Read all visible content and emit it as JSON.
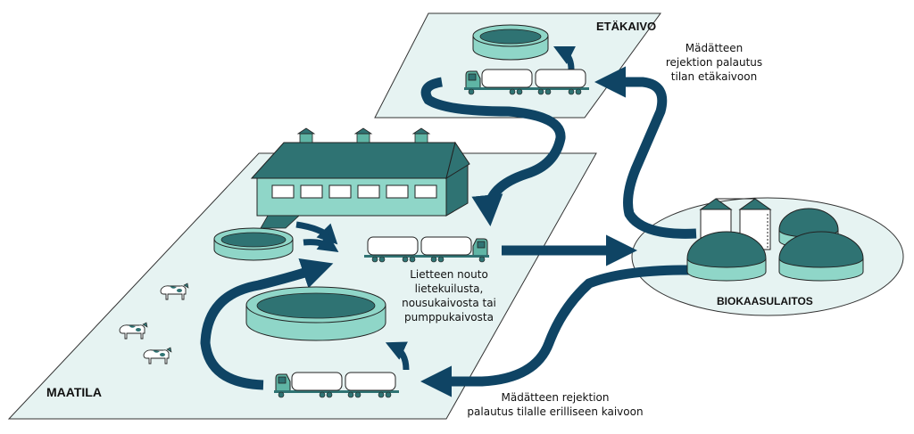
{
  "areas": {
    "remote_well": "ETÄKAIVO",
    "farm": "MAATILA",
    "biogas_plant": "BIOKAASULAITOS"
  },
  "captions": {
    "return_remote": [
      "Mädätteen",
      "rejektion palautus",
      "tilan etäkaivoon"
    ],
    "pickup": [
      "Lietteen nouto",
      "lietekuilusta,",
      "nousukaivosta tai",
      "pumppukaivosta"
    ],
    "return_farm": [
      "Mädätteen rejektion",
      "palautus tilalle erilliseen kaivoon"
    ]
  },
  "colors": {
    "plane_fill": "#e6f3f2",
    "arrow": "#0f4464",
    "teal_dark": "#2f7373",
    "teal_light": "#8fd6c8",
    "outline": "#222222"
  }
}
